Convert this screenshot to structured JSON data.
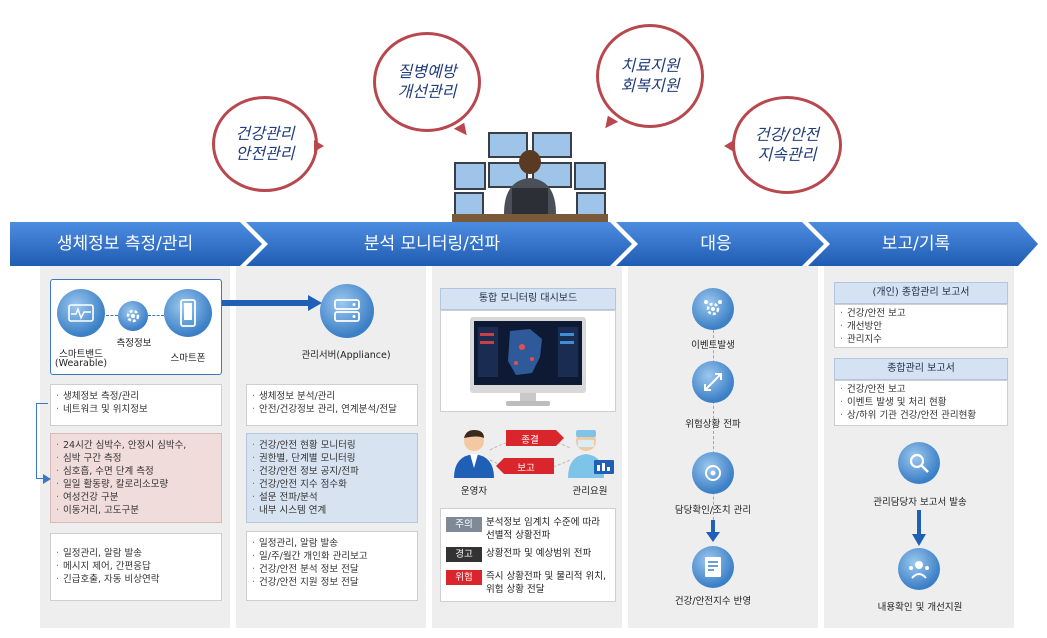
{
  "bubbles": {
    "b1": "건강관리\n안전관리",
    "b2": "질병예방\n개선관리",
    "b3": "치료지원\n회복지원",
    "b4": "건강/안전\n지속관리"
  },
  "banner": {
    "step1": "생체정보 측정/관리",
    "step2": "분석 모니터링/전파",
    "step3": "대응",
    "step4": "보고/기록"
  },
  "col1": {
    "device_label_1": "스마트밴드",
    "device_label_2": "(Wearable)",
    "measure_label": "측정정보",
    "phone_label": "스마트폰",
    "box1": [
      "생체정보 측정/관리",
      "네트워크 및 위치정보"
    ],
    "box2": [
      "24시간 심박수, 안정시 심박수,",
      "심박 구간 측정",
      "심호흡, 수면 단계 측정",
      "일일 활동량, 칼로리소모량",
      "여성건강 구분",
      "이동거리, 고도구분"
    ],
    "box3": [
      "일정관리, 알람 발송",
      "메시지 제어, 간편응답",
      "긴급호출, 자동 비상연락"
    ]
  },
  "col2": {
    "server_label": "관리서버(Appliance)",
    "box1": [
      "생체정보 분석/관리",
      "안전/건강정보 관리, 연계분석/전달"
    ],
    "box2": [
      "건강/안전 현황 모니터링",
      "권한별, 단계별 모니터링",
      "건강/안전 정보 공지/전파",
      "건강/안전 지수 점수화",
      "설문 전파/분석",
      "내부 시스템 연계"
    ],
    "box3": [
      "일정관리, 알람 발송",
      "일/주/월간 개인화 관리보고",
      "건강/안전 분석 정보 전달",
      "건강/안전 지원 정보 전달"
    ]
  },
  "col3": {
    "dashboard_title": "통합 모니터링 대시보드",
    "operator_label": "운영자",
    "manager_label": "관리요원",
    "arrow_top": "종결",
    "arrow_bottom": "보고",
    "alerts": [
      {
        "tag": "주의",
        "color": "#7f8a99",
        "lines": [
          "분석정보 임계치 수준에 따라",
          "선별적 상황전파"
        ]
      },
      {
        "tag": "경고",
        "color": "#333333",
        "lines": [
          "상황전파 및 예상범위 전파"
        ]
      },
      {
        "tag": "위험",
        "color": "#d9262c",
        "lines": [
          "즉시 상황전파 및 물리적 위치,",
          "위험 상황 전달"
        ]
      }
    ]
  },
  "col4": {
    "steps": [
      "이벤트발생",
      "위험상황 전파",
      "담당확인/조치 관리",
      "건강/안전지수 반영"
    ]
  },
  "col5": {
    "report1_title": "(개인) 종합관리 보고서",
    "report1_items": [
      "건강/안전 보고",
      "개선방안",
      "관리지수"
    ],
    "report2_title": "종합관리 보고서",
    "report2_items": [
      "건강/안전 보고",
      "이벤트 발생 및 처리 현황",
      "상/하위 기관 건강/안전 관리현황"
    ],
    "send_label": "관리담당자 보고서 발송",
    "final_label": "내용확인 및 개선지원"
  },
  "colors": {
    "banner": "#2f6fc9",
    "bubble_border": "#b8484e",
    "bubble_text": "#1f3c7d",
    "arrow_red": "#d9262c",
    "arrow_blue": "#1f5fb5"
  }
}
